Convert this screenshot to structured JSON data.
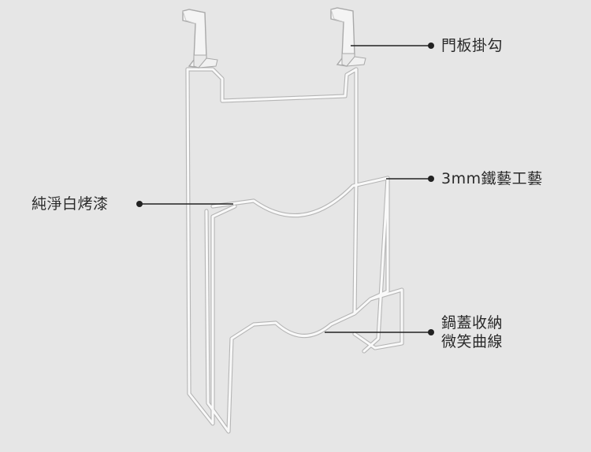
{
  "callouts": {
    "door_hook": "門板掛勾",
    "wire": "3mm鐵藝工藝",
    "paint": "純淨白烤漆",
    "lid_curve_line1": "鍋蓋收納",
    "lid_curve_line2": "微笑曲線"
  },
  "colors": {
    "background": "#e6e6e6",
    "wire": "#f8f8f8",
    "wire_shadow": "#b9b9b9",
    "leader_line": "#222222"
  }
}
